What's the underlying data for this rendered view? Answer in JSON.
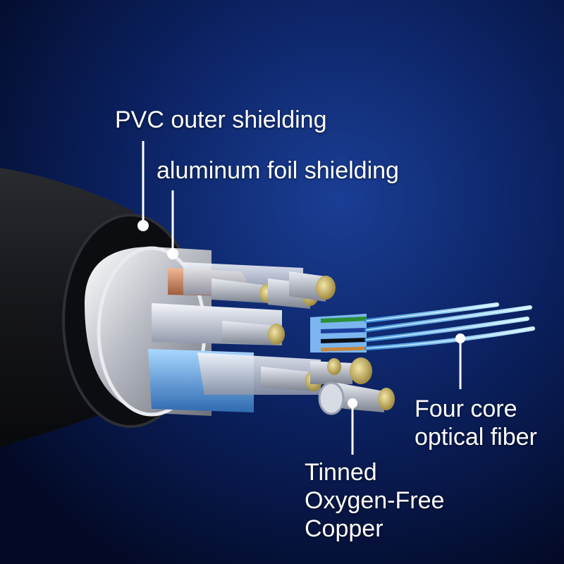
{
  "labels": {
    "pvc": "PVC outer shielding",
    "foil": "aluminum foil shielding",
    "fiber": [
      "Four core",
      "optical fiber"
    ],
    "copper": [
      "Tinned",
      "Oxygen-Free",
      "Copper"
    ]
  },
  "colors": {
    "background": "#041036",
    "jacket": "#1b1c20",
    "foil": "#c9ccd2",
    "copper_wire": "#c98a63",
    "fiber": "#8fd3ff",
    "leader_line": "#ffffff"
  }
}
